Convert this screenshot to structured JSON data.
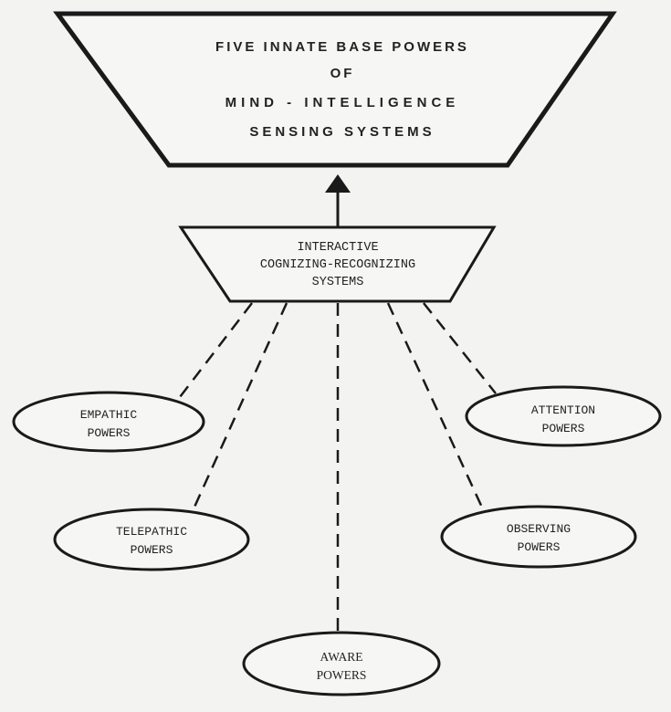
{
  "top_box": {
    "lines": [
      "FIVE INNATE BASE POWERS",
      "OF",
      "MIND - INTELLIGENCE",
      "SENSING SYSTEMS"
    ]
  },
  "middle_box": {
    "lines": [
      "INTERACTIVE",
      "COGNIZING-RECOGNIZING",
      "SYSTEMS"
    ]
  },
  "nodes": {
    "empathic": {
      "line1": "EMPATHIC",
      "line2": "POWERS"
    },
    "telepathic": {
      "line1": "TELEPATHIC",
      "line2": "POWERS"
    },
    "aware": {
      "line1": "AWARE",
      "line2": "POWERS"
    },
    "observing": {
      "line1": "OBSERVING",
      "line2": "POWERS"
    },
    "attention": {
      "line1": "ATTENTION",
      "line2": "POWERS"
    }
  },
  "colors": {
    "stroke": "#1a1a1a",
    "background": "#f3f3f1"
  }
}
